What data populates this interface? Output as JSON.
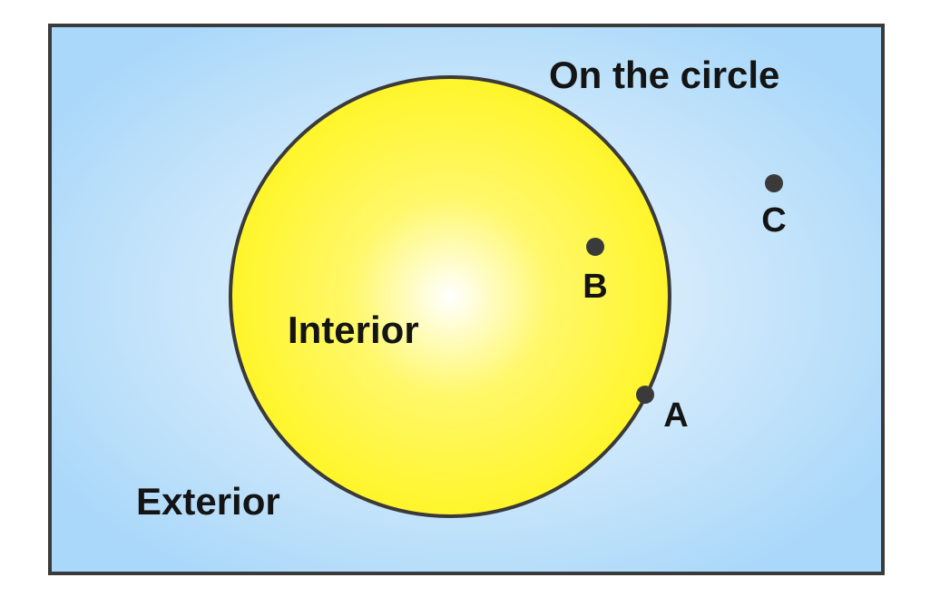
{
  "labels": {
    "on_circle": "On the circle",
    "interior": "Interior",
    "exterior": "Exterior"
  },
  "points": {
    "a": "A",
    "b": "B",
    "c": "C"
  },
  "colors": {
    "background_center": "#f2f8fc",
    "background_edge": "#aad8fa",
    "circle_center": "#ffffff",
    "circle_mid": "#fff86a",
    "circle_edge": "#fff52a",
    "outline": "#3a3a3a",
    "text": "#141414"
  }
}
